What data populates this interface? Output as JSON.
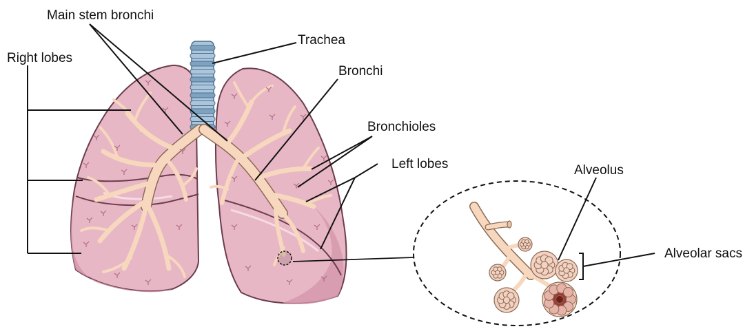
{
  "labels": {
    "main_stem_bronchi": "Main stem bronchi",
    "right_lobes": "Right lobes",
    "trachea": "Trachea",
    "bronchi": "Bronchi",
    "bronchioles": "Bronchioles",
    "left_lobes": "Left lobes",
    "alveolus": "Alveolus",
    "alveolar_sacs": "Alveolar sacs"
  },
  "colors": {
    "lung_fill": "#e7b7c6",
    "lung_shade": "#d596ab",
    "lung_stroke": "#6b3c4c",
    "airway_fill": "#f7d7bd",
    "airway_stroke": "#8a6a55",
    "trachea_ring": "#a9c6dd",
    "trachea_ring_dark": "#7ea3c2",
    "alveoli_fill": "#f3d2c2",
    "alveoli_dark": "#9c3c36",
    "leader": "#111111"
  }
}
